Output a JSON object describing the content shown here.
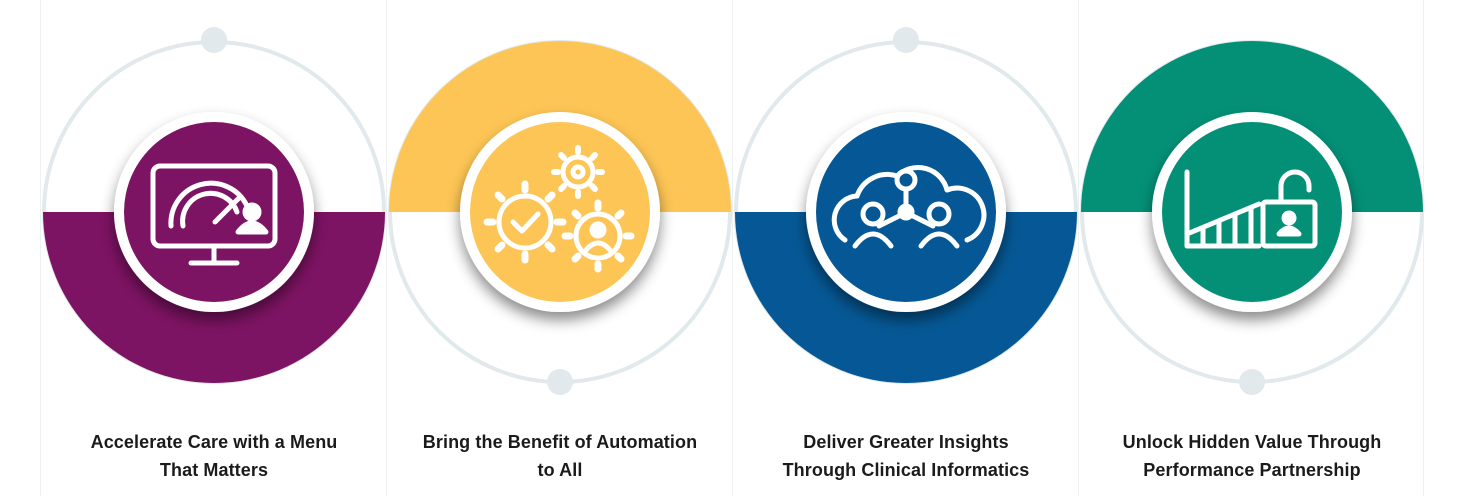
{
  "colors": {
    "ring": "#e1e9ec",
    "card_1": "#7d1363",
    "card_2": "#fdc555",
    "card_3": "#055895",
    "card_4": "#039077"
  },
  "cards": [
    {
      "icon": "monitor-speedometer-user-icon",
      "title_line_1": "Accelerate Care with a Menu",
      "title_line_2": "That Matters"
    },
    {
      "icon": "gears-check-user-icon",
      "title_line_1": "Bring the Benefit of Automation",
      "title_line_2": "to All"
    },
    {
      "icon": "cloud-network-people-icon",
      "title_line_1": "Deliver Greater Insights",
      "title_line_2": "Through Clinical Informatics"
    },
    {
      "icon": "growth-chart-unlocked-padlock-icon",
      "title_line_1": "Unlock Hidden Value Through",
      "title_line_2": "Performance Partnership"
    }
  ]
}
